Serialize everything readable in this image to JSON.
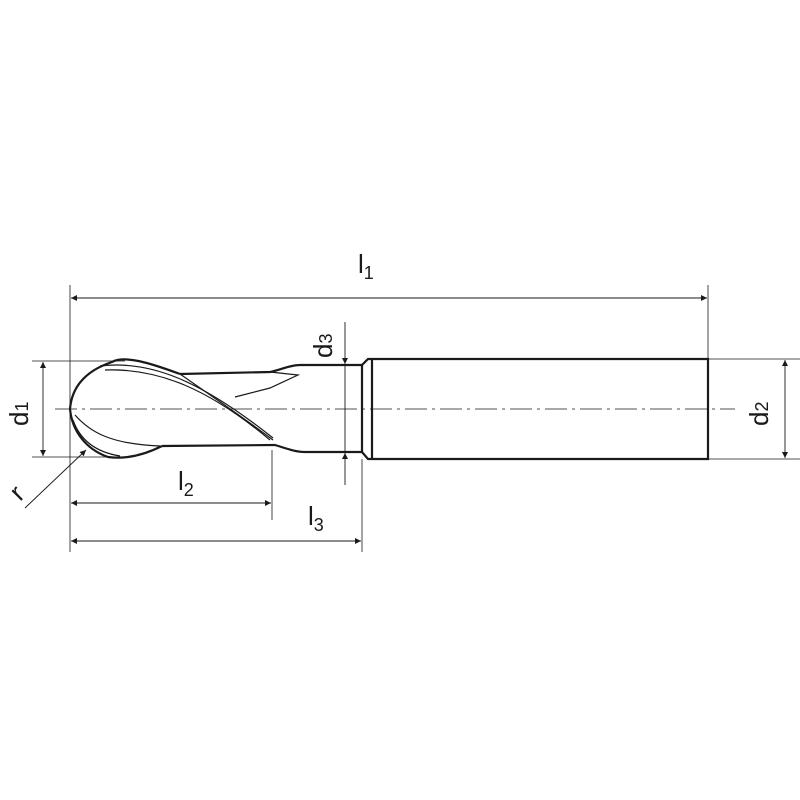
{
  "title": "Ball end mill dimension drawing",
  "labels": {
    "l1": {
      "main": "l",
      "sub": "1"
    },
    "l2": {
      "main": "l",
      "sub": "2"
    },
    "l3": {
      "main": "l",
      "sub": "3"
    },
    "d1": {
      "main": "d",
      "sub": "1"
    },
    "d2": {
      "main": "d",
      "sub": "2"
    },
    "d3": {
      "main": "d",
      "sub": "3"
    },
    "r": "r"
  },
  "colors": {
    "line": "#1a1a1a",
    "background": "#ffffff"
  }
}
